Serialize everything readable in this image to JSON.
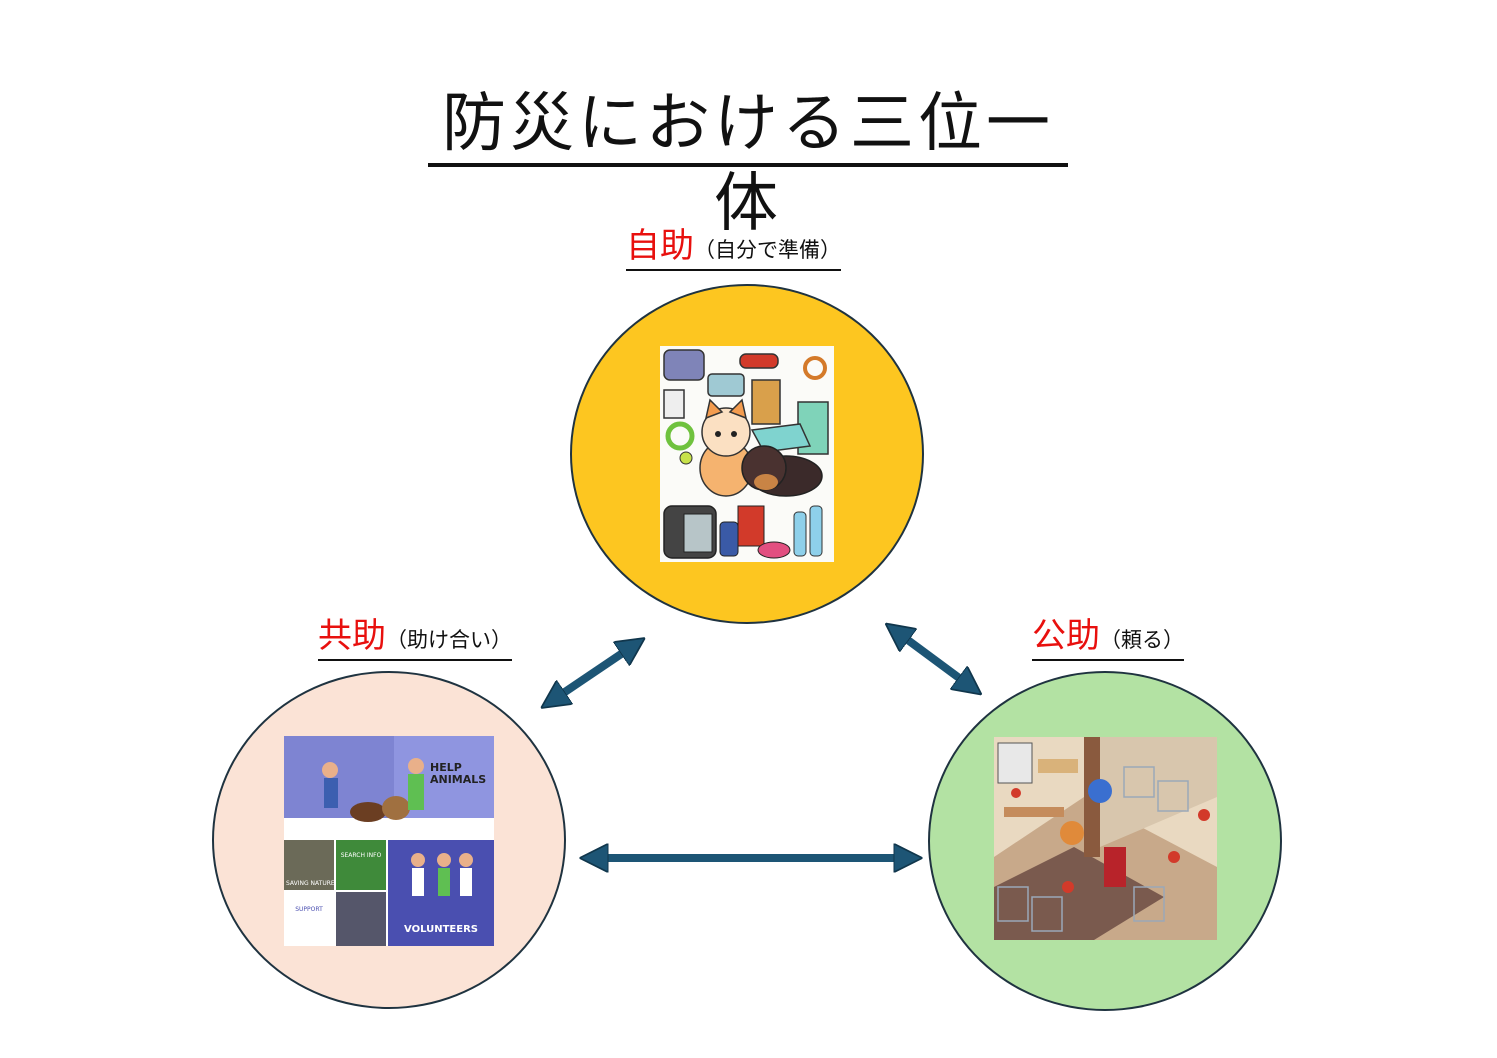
{
  "title": "防災における三位一体",
  "nodes": {
    "self": {
      "main": "自助",
      "sub": "（自分で準備）",
      "color": "#fdc620"
    },
    "mutual": {
      "main": "共助",
      "sub": "（助け合い）",
      "color": "#fbe3d6",
      "poster": {
        "headline": "HELP ANIMALS",
        "tile1": "SAVING NATURE",
        "tile2": "SEARCH INFO",
        "tile3": "SUPPORT",
        "tile4": "VOLUNTEERS"
      }
    },
    "public": {
      "main": "公助",
      "sub": "（頼る）",
      "color": "#b3e2a3"
    }
  },
  "colors": {
    "arrow": "#1d5575",
    "accent": "#e8100e",
    "outline": "#1f3340"
  }
}
